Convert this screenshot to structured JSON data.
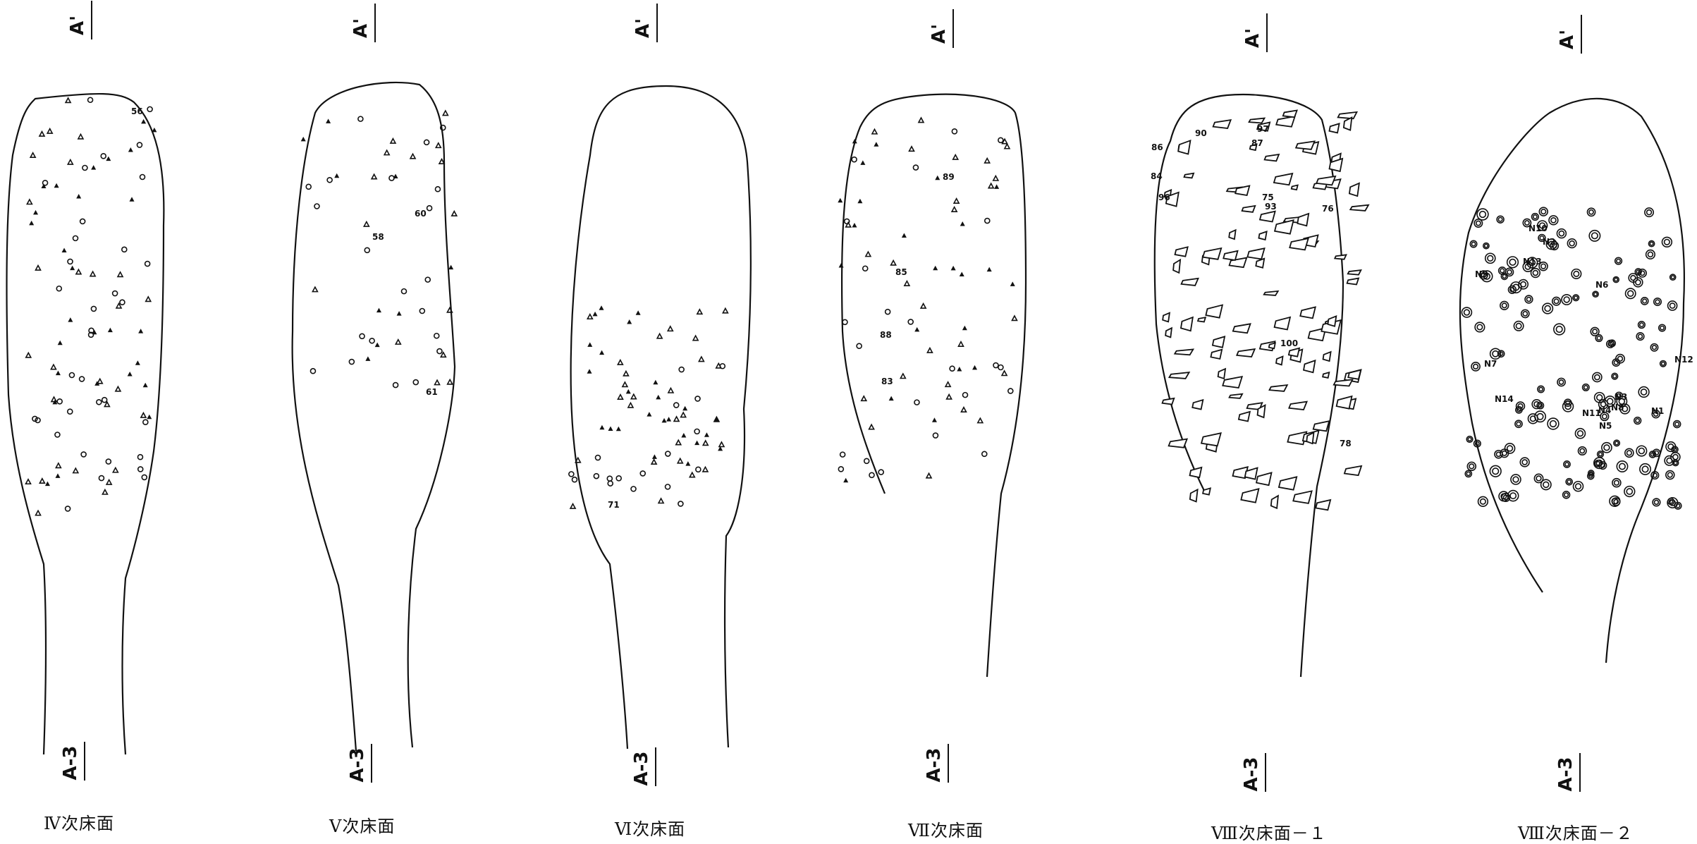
{
  "section_top": "A'",
  "section_bottom": "A-3",
  "panels": [
    {
      "caption": "Ⅳ次床面",
      "labels": [
        "56"
      ]
    },
    {
      "caption": "Ⅴ次床面",
      "labels": [
        "60",
        "58",
        "61"
      ]
    },
    {
      "caption": "Ⅵ次床面",
      "labels": [
        "71"
      ]
    },
    {
      "caption": "Ⅶ次床面",
      "labels": [
        "89",
        "85",
        "88",
        "83"
      ]
    },
    {
      "caption": "Ⅷ次床面－１",
      "labels": [
        "90",
        "86",
        "97",
        "87",
        "84",
        "96",
        "75",
        "93",
        "76",
        "100",
        "78"
      ]
    },
    {
      "caption": "Ⅷ次床面－２",
      "labels": [
        "N10",
        "N2",
        "N13",
        "N9",
        "N6",
        "N7",
        "N12",
        "N4",
        "N5",
        "N3",
        "N8",
        "N11",
        "N14",
        "N1"
      ]
    }
  ]
}
